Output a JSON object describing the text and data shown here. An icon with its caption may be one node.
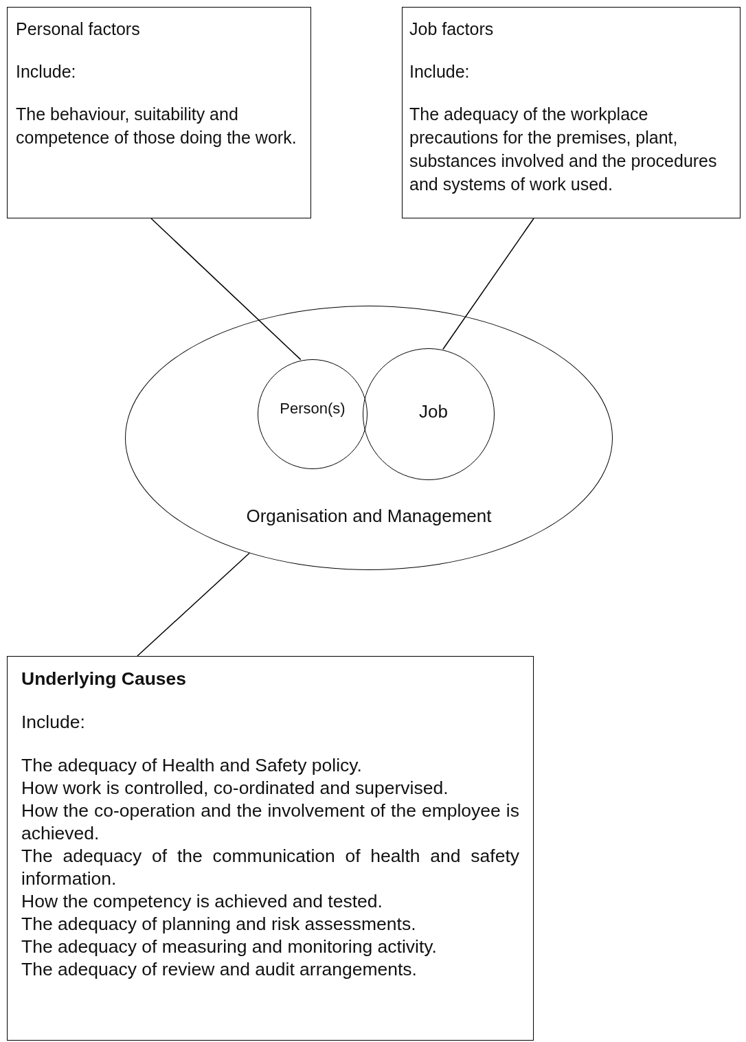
{
  "diagram": {
    "nodes": [
      {
        "text": [
          "Personal factors",
          "Include:",
          "The behaviour, suitability and competence of those doing the work."
        ]
      },
      {
        "text": [
          "Job factors",
          "Include:",
          "The adequacy of the workplace precautions for the premises, plant, substances involved and the procedures and systems of work used."
        ]
      },
      {
        "text": [
          "Organisation and Management"
        ]
      },
      {
        "text": [
          "Person(s)"
        ],
        "in": 2
      },
      {
        "text": [
          "Job"
        ],
        "in": 2
      },
      {
        "text": [
          "Underlying Causes",
          "Include:",
          "The adequacy of Health and Safety policy.",
          "How work is controlled, co-ordinated and supervised.",
          "How the co-operation and the involvement of the employee is achieved.",
          "The adequacy of the communication of health and safety information.",
          "How the competency is achieved and tested.",
          "The adequacy of planning and risk assessments.",
          "The adequacy of measuring and monitoring activity.",
          "The adequacy of review and audit arrangements."
        ]
      }
    ],
    "edges": [
      {
        "from": 0,
        "to": 3,
        "arrow": "none"
      },
      {
        "from": 1,
        "to": 4,
        "arrow": "none"
      },
      {
        "from": 5,
        "to": 2,
        "arrow": "none"
      }
    ]
  }
}
